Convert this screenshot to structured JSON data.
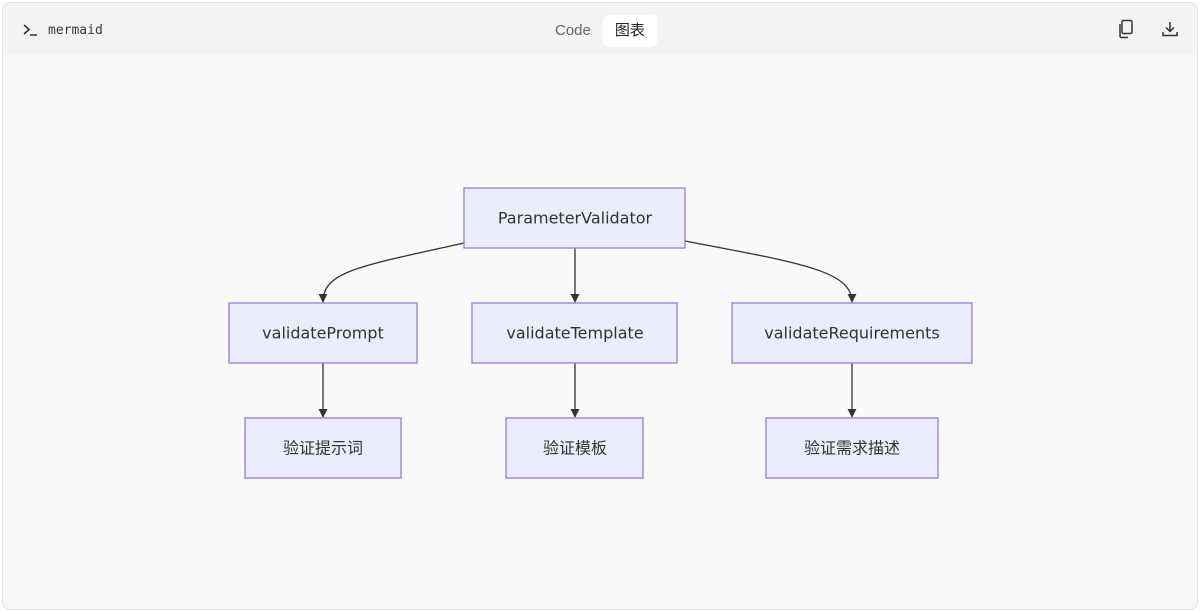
{
  "toolbar": {
    "language_label": "mermaid",
    "language_icon": "terminal-prompt-icon",
    "tabs": [
      {
        "label": "Code",
        "active": false
      },
      {
        "label": "图表",
        "active": true
      }
    ],
    "copy_icon": "copy-icon",
    "download_icon": "download-icon"
  },
  "diagram": {
    "type": "flowchart",
    "direction": "top-down",
    "node_fill": "#ececff",
    "node_stroke": "#9370db",
    "nodes": [
      {
        "id": "root",
        "label": "ParameterValidator"
      },
      {
        "id": "vp",
        "label": "validatePrompt"
      },
      {
        "id": "vt",
        "label": "validateTemplate"
      },
      {
        "id": "vr",
        "label": "validateRequirements"
      },
      {
        "id": "cp",
        "label": "验证提示词"
      },
      {
        "id": "ct",
        "label": "验证模板"
      },
      {
        "id": "cr",
        "label": "验证需求描述"
      }
    ],
    "edges": [
      {
        "from": "root",
        "to": "vp"
      },
      {
        "from": "root",
        "to": "vt"
      },
      {
        "from": "root",
        "to": "vr"
      },
      {
        "from": "vp",
        "to": "cp"
      },
      {
        "from": "vt",
        "to": "ct"
      },
      {
        "from": "vr",
        "to": "cr"
      }
    ]
  }
}
